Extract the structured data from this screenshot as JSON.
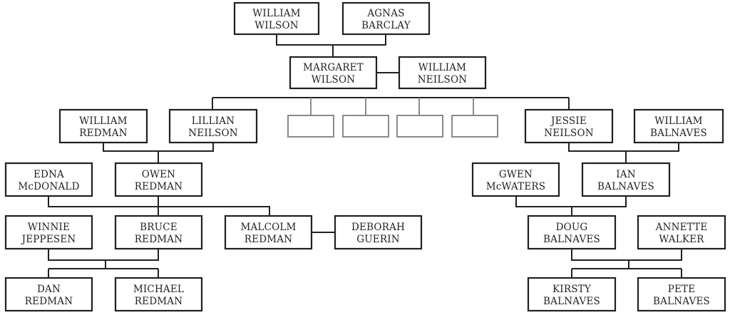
{
  "family_tree": {
    "people": {
      "william_wilson": [
        "WILLIAM",
        "WILSON"
      ],
      "agnas_barclay": [
        "AGNAS",
        "BARCLAY"
      ],
      "margaret_wilson": [
        "MARGARET",
        "WILSON"
      ],
      "william_neilson": [
        "WILLIAM",
        "NEILSON"
      ],
      "william_redman": [
        "WILLIAM",
        "REDMAN"
      ],
      "lillian_neilson": [
        "LILLIAN",
        "NEILSON"
      ],
      "jessie_neilson": [
        "JESSIE",
        "NEILSON"
      ],
      "william_balnaves": [
        "WILLIAM",
        "BALNAVES"
      ],
      "edna_mcdonald": [
        "EDNA",
        "McDONALD"
      ],
      "owen_redman": [
        "OWEN",
        "REDMAN"
      ],
      "gwen_mcwaters": [
        "GWEN",
        "McWATERS"
      ],
      "ian_balnaves": [
        "IAN",
        "BALNAVES"
      ],
      "winnie_jeppesen": [
        "WINNIE",
        "JEPPESEN"
      ],
      "bruce_redman": [
        "BRUCE",
        "REDMAN"
      ],
      "malcolm_redman": [
        "MALCOLM",
        "REDMAN"
      ],
      "deborah_guerin": [
        "DEBORAH",
        "GUERIN"
      ],
      "doug_balnaves": [
        "DOUG",
        "BALNAVES"
      ],
      "annette_walker": [
        "ANNETTE",
        "WALKER"
      ],
      "dan_redman": [
        "DAN",
        "REDMAN"
      ],
      "michael_redman": [
        "MICHAEL",
        "REDMAN"
      ],
      "kirsty_balnaves": [
        "KIRSTY",
        "BALNAVES"
      ],
      "pete_balnaves": [
        "PETE",
        "BALNAVES"
      ]
    },
    "unnamed_children_count": 4
  }
}
